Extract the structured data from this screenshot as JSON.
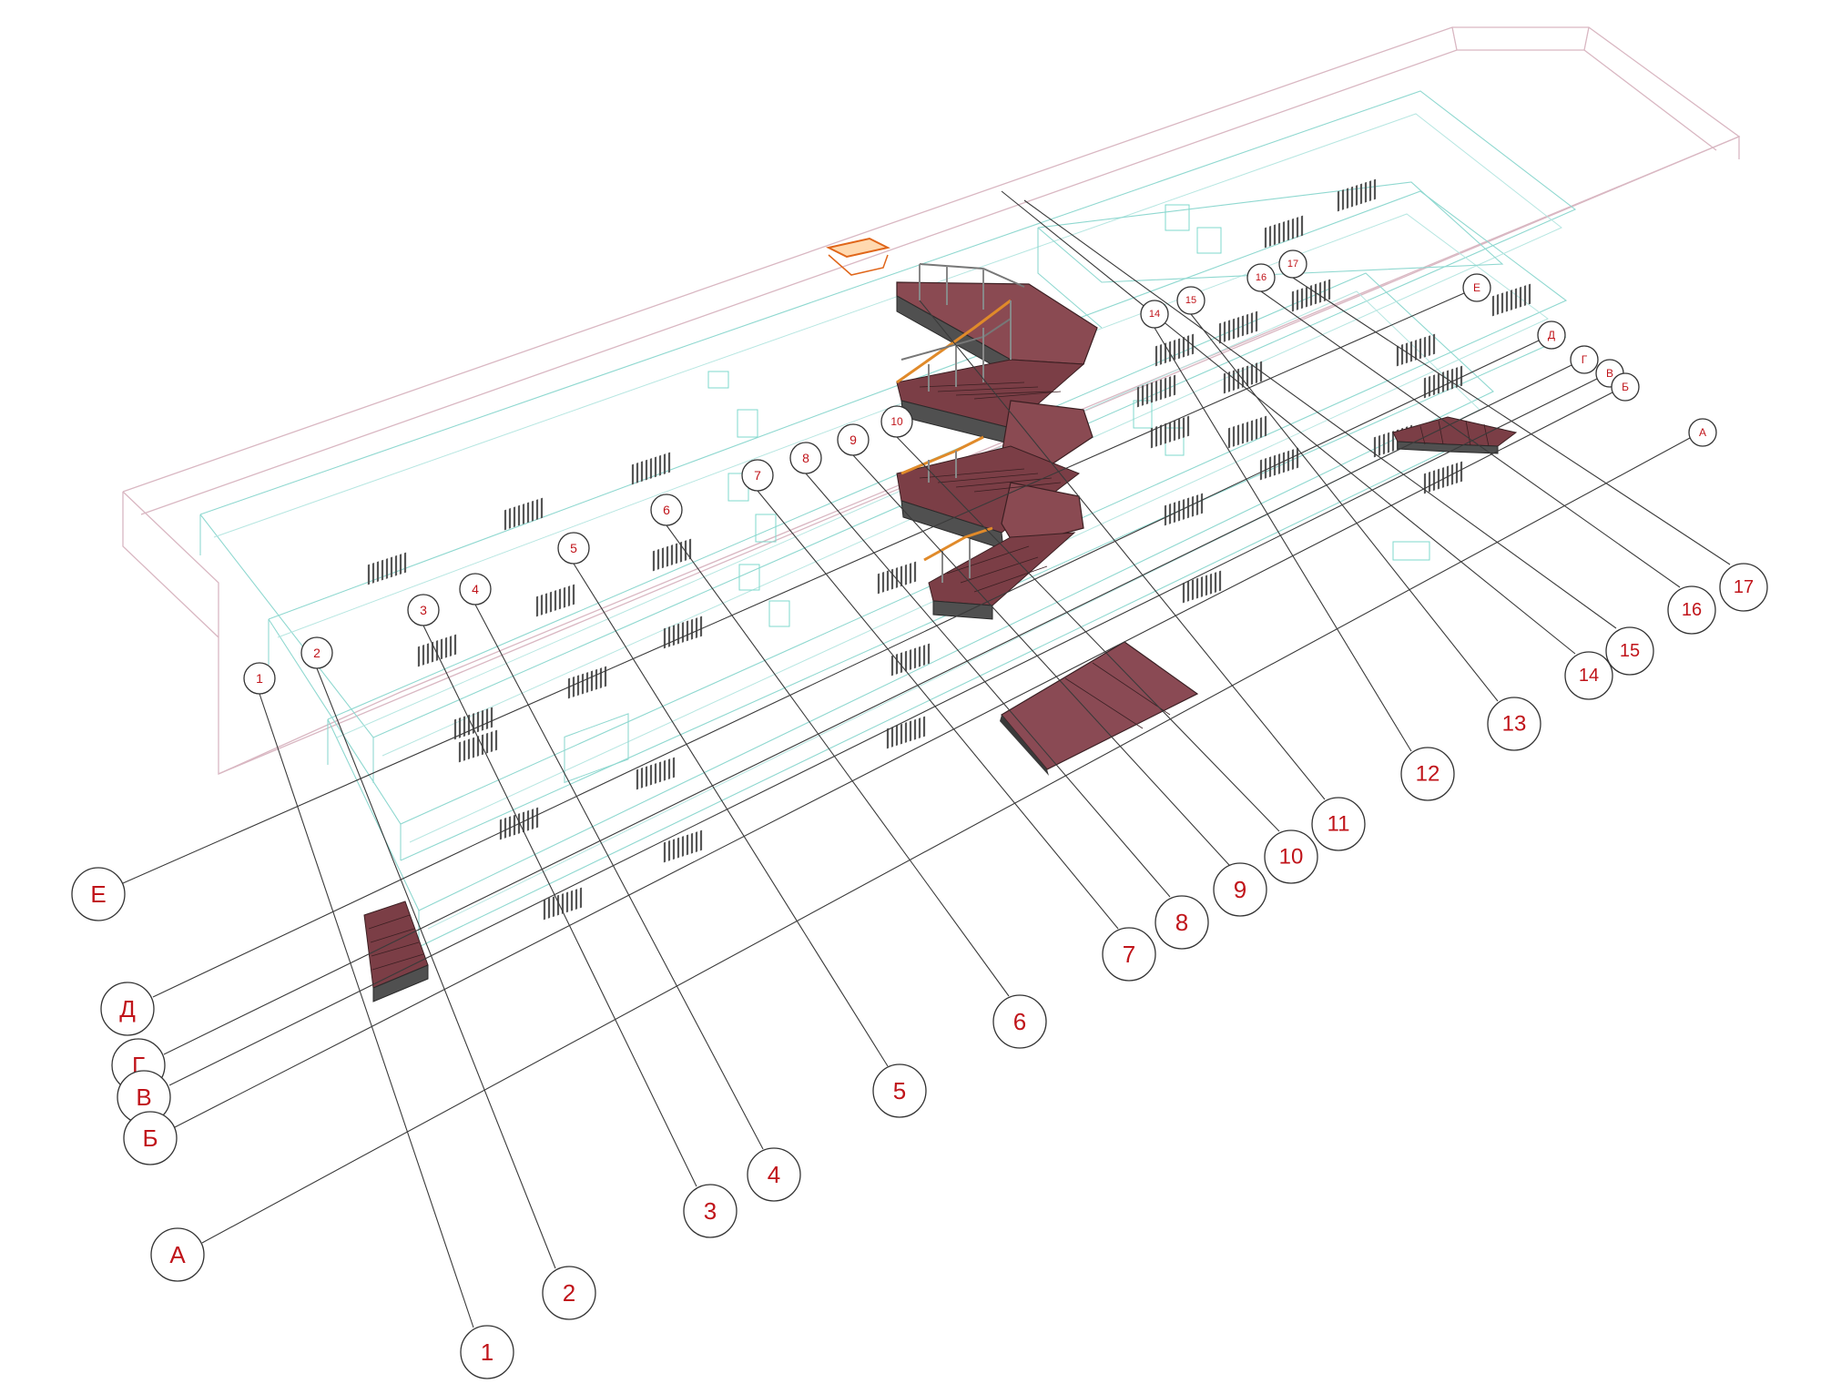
{
  "colors": {
    "label_red": "#c0141a",
    "bubble_stroke": "#333333",
    "roof_outline": "#d9b7c2",
    "wall_outline": "#8fd8d0",
    "stair_tread": "#7b3e46",
    "hatch_orange": "#e0661a"
  },
  "number_axes_bottom": [
    {
      "id": "1",
      "label": "1"
    },
    {
      "id": "2",
      "label": "2"
    },
    {
      "id": "3",
      "label": "3"
    },
    {
      "id": "4",
      "label": "4"
    },
    {
      "id": "5",
      "label": "5"
    },
    {
      "id": "6",
      "label": "6"
    },
    {
      "id": "7",
      "label": "7"
    },
    {
      "id": "8",
      "label": "8"
    },
    {
      "id": "9",
      "label": "9"
    },
    {
      "id": "10",
      "label": "10"
    },
    {
      "id": "11",
      "label": "11"
    },
    {
      "id": "12",
      "label": "12"
    },
    {
      "id": "13",
      "label": "13"
    },
    {
      "id": "14",
      "label": "14"
    },
    {
      "id": "15",
      "label": "15"
    },
    {
      "id": "16",
      "label": "16"
    },
    {
      "id": "17",
      "label": "17"
    }
  ],
  "number_axes_top": [
    {
      "id": "1",
      "label": "1"
    },
    {
      "id": "2",
      "label": "2"
    },
    {
      "id": "3",
      "label": "3"
    },
    {
      "id": "4",
      "label": "4"
    },
    {
      "id": "5",
      "label": "5"
    },
    {
      "id": "6",
      "label": "6"
    },
    {
      "id": "7",
      "label": "7"
    },
    {
      "id": "8",
      "label": "8"
    },
    {
      "id": "9",
      "label": "9"
    },
    {
      "id": "10",
      "label": "10"
    },
    {
      "id": "14",
      "label": "14"
    },
    {
      "id": "15",
      "label": "15"
    },
    {
      "id": "16",
      "label": "16"
    },
    {
      "id": "17",
      "label": "17"
    }
  ],
  "letter_axes_left": [
    {
      "id": "Е",
      "label": "Е"
    },
    {
      "id": "Д",
      "label": "Д"
    },
    {
      "id": "Г",
      "label": "Г"
    },
    {
      "id": "В",
      "label": "В"
    },
    {
      "id": "Б",
      "label": "Б"
    },
    {
      "id": "А",
      "label": "А"
    }
  ],
  "letter_axes_right": [
    {
      "id": "Е",
      "label": "Е"
    },
    {
      "id": "Д",
      "label": "Д"
    },
    {
      "id": "Г",
      "label": "Г"
    },
    {
      "id": "В",
      "label": "В"
    },
    {
      "id": "Б",
      "label": "Б"
    },
    {
      "id": "А",
      "label": "А"
    }
  ],
  "elements": {
    "main_staircase": "main-staircase",
    "small_staircase_left": "small-staircase-left",
    "small_staircase_right": "small-staircase-right",
    "floor_slab": "floor-slab",
    "roof_hatch": "roof-hatch"
  }
}
